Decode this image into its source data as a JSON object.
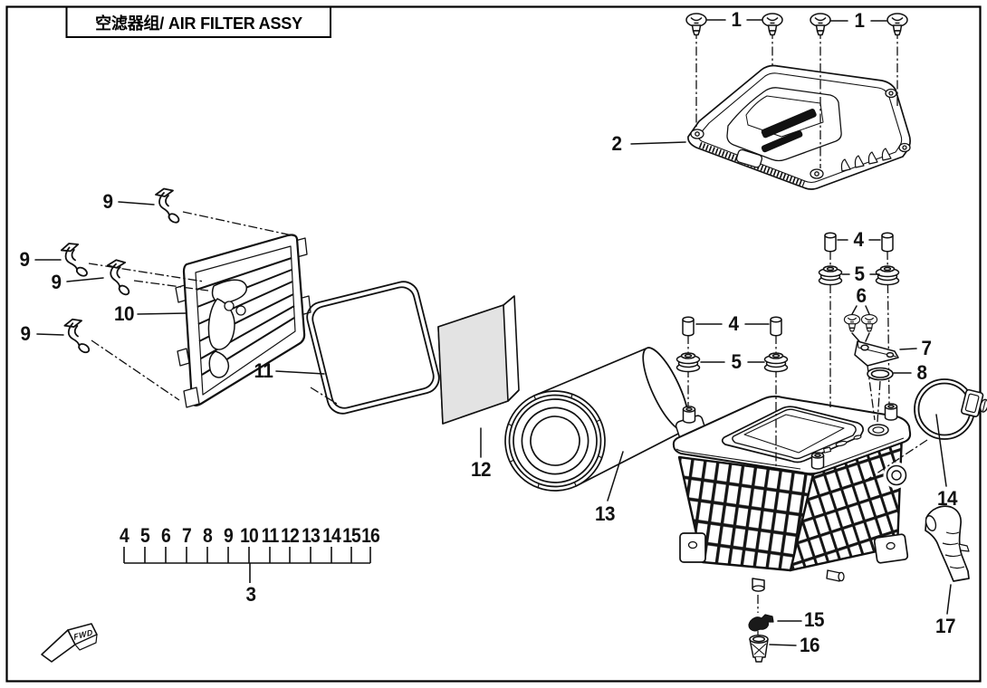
{
  "title": "空滤器组/ AIR FILTER ASSY",
  "fwd_label": "FWD",
  "callouts": {
    "c1a": "1",
    "c1b": "1",
    "c2": "2",
    "c4l": "4",
    "c4r": "4",
    "c5l": "5",
    "c5r": "5",
    "c6": "6",
    "c7": "7",
    "c8": "8",
    "c9a": "9",
    "c9b": "9",
    "c9c": "9",
    "c9d": "9",
    "c10": "10",
    "c11": "11",
    "c12": "12",
    "c13": "13",
    "c14": "14",
    "c15": "15",
    "c16": "16",
    "c17": "17"
  },
  "scale": {
    "numbers": [
      "4",
      "5",
      "6",
      "7",
      "8",
      "9",
      "10",
      "11",
      "12",
      "13",
      "14",
      "15",
      "16"
    ],
    "group_label": "3"
  },
  "colors": {
    "line": "#111111",
    "paper": "#ffffff",
    "filter_face": "#e3e3e3"
  }
}
